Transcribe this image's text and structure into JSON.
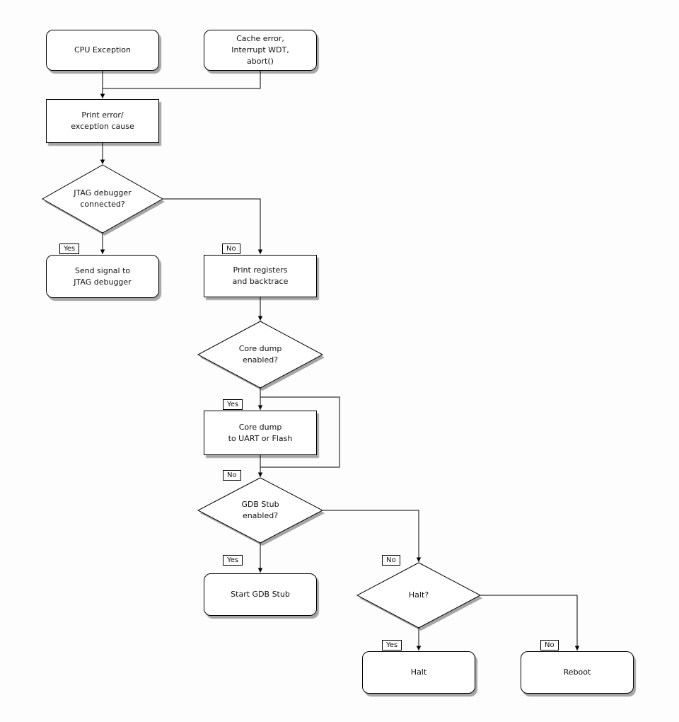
{
  "diagram": {
    "nodes": {
      "cpu_exception": "CPU Exception",
      "cache_error": "Cache error,\nInterrupt WDT,\nabort()",
      "print_error": "Print error/\nexception cause",
      "jtag_connected": "JTAG debugger\nconnected?",
      "send_signal": "Send signal to\nJTAG debugger",
      "print_registers": "Print registers\nand backtrace",
      "core_dump_enabled": "Core dump\nenabled?",
      "core_dump_write": "Core dump\nto UART or Flash",
      "gdb_stub_enabled": "GDB Stub\nenabled?",
      "start_gdb_stub": "Start GDB Stub",
      "halt_question": "Halt?",
      "halt": "Halt",
      "reboot": "Reboot"
    },
    "labels": {
      "yes": "Yes",
      "no": "No"
    }
  }
}
